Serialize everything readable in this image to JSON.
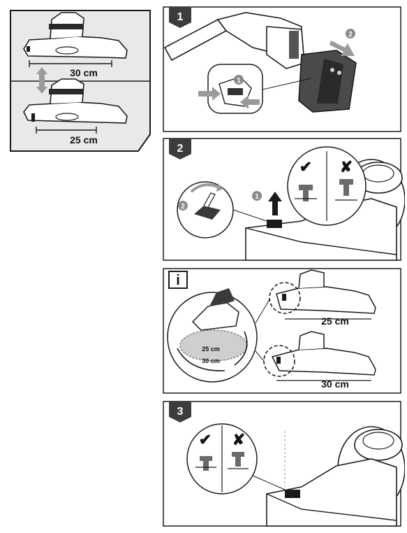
{
  "overview": {
    "size_large": "30 cm",
    "size_small": "25 cm"
  },
  "steps": [
    {
      "badge": "1",
      "callouts": [
        "1",
        "2"
      ]
    },
    {
      "badge": "2",
      "callouts": [
        "1",
        "2"
      ]
    },
    {
      "badge": "i",
      "inner_large": "25 cm",
      "inner_small": "30 cm",
      "size_top": "25 cm",
      "size_bottom": "30 cm"
    },
    {
      "badge": "3"
    }
  ],
  "symbols": {
    "correct": "✔",
    "wrong": "✘"
  },
  "colors": {
    "panel_bg": "#e9e9e9",
    "badge_bg": "#3c3c3c",
    "callout_bg": "#8a8a8a",
    "arrow_gray": "#9a9a9a"
  }
}
